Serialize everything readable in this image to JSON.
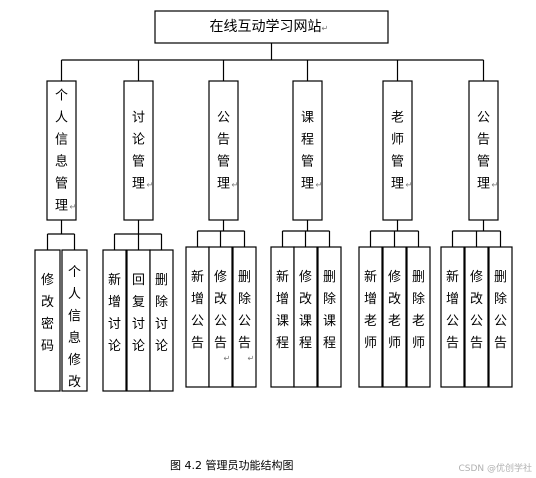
{
  "root": {
    "label": "在线互动学习网站"
  },
  "modules": [
    {
      "label": "个人信息管理",
      "children": [
        "修改密码",
        "个人信息修改"
      ]
    },
    {
      "label": "讨论管理",
      "children": [
        "新增讨论",
        "回复讨论",
        "删除讨论"
      ]
    },
    {
      "label": "公告管理",
      "children": [
        "新增公告",
        "修改公告",
        "删除公告"
      ]
    },
    {
      "label": "课程管理",
      "children": [
        "新增课程",
        "修改课程",
        "删除课程"
      ]
    },
    {
      "label": "老师管理",
      "children": [
        "新增老师",
        "修改老师",
        "删除老师"
      ]
    },
    {
      "label": "公告管理",
      "children": [
        "新增公告",
        "修改公告",
        "删除公告"
      ]
    }
  ],
  "caption": "图 4.2  管理员功能结构图",
  "watermark": "CSDN @优创学社"
}
